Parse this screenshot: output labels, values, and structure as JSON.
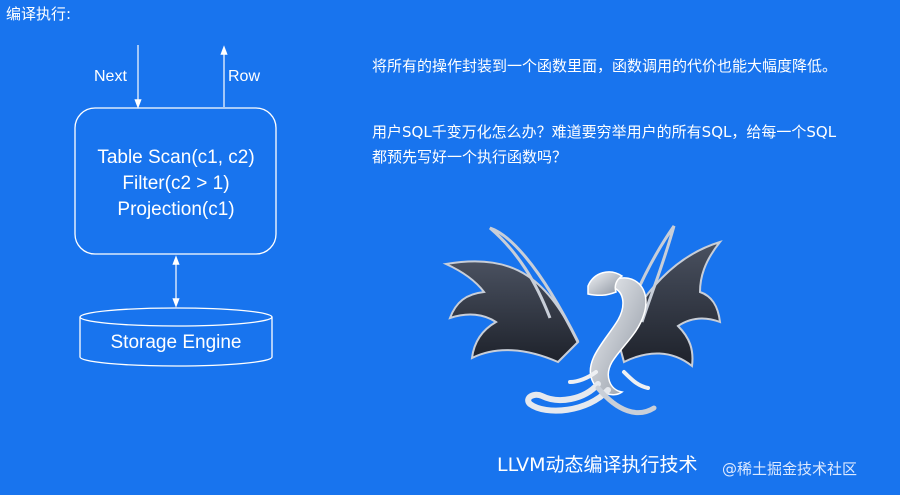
{
  "header": {
    "title": "编译执行:"
  },
  "diagram": {
    "input_label": "Next",
    "output_label": "Row",
    "operator_lines": [
      "Table Scan(c1, c2)",
      "Filter(c2 > 1)",
      "Projection(c1)"
    ],
    "storage_label": "Storage Engine"
  },
  "text": {
    "paragraph_1": "将所有的操作封装到一个函数里面，函数调用的代价也能大幅度降低。",
    "paragraph_2_line_1": "用户SQL千变万化怎么办？难道要穷举用户的所有SQL，给每一个SQL",
    "paragraph_2_line_2": "都预先写好一个执行函数吗？"
  },
  "logo": {
    "icon": "llvm-dragon-icon",
    "caption": "LLVM动态编译执行技术"
  },
  "watermark": "@稀土掘金技术社区",
  "colors": {
    "background": "#1874ee",
    "foreground": "#ffffff"
  }
}
